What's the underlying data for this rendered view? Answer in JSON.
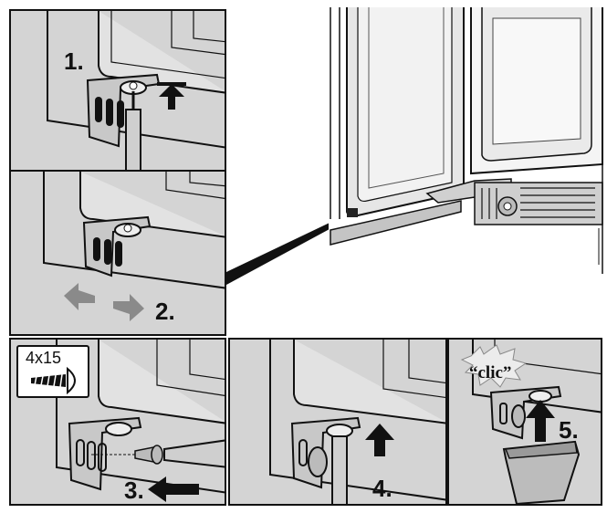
{
  "steps": {
    "s1": "1.",
    "s2": "2.",
    "s3": "3.",
    "s4": "4.",
    "s5": "5."
  },
  "screw_size": "4x15",
  "click_sound": "“clic”",
  "colors": {
    "panel_bg": "#d8d8d8",
    "line": "#111111",
    "arrow_gray": "#8a8a8a",
    "door_light": "#ececec",
    "door_mid": "#bdbdbd"
  }
}
